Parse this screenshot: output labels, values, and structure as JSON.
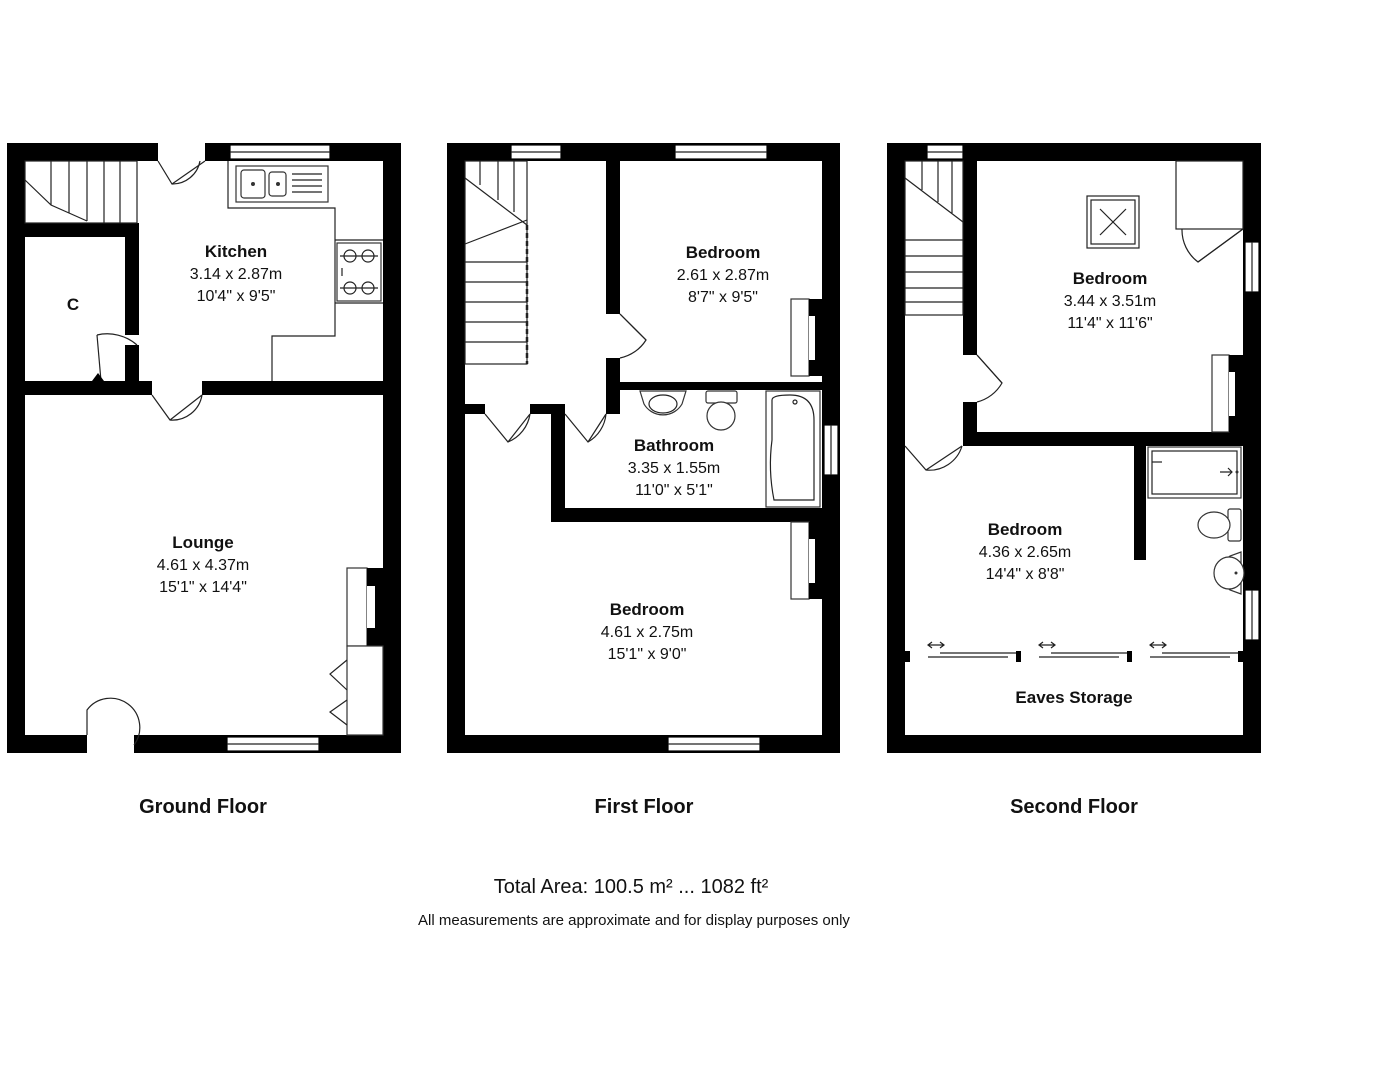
{
  "floors": {
    "ground": {
      "label": "Ground Floor",
      "rooms": {
        "kitchen": {
          "name": "Kitchen",
          "metric": "3.14 x 2.87m",
          "imperial": "10'4\" x 9'5\""
        },
        "cupboard": {
          "name": "C"
        },
        "lounge": {
          "name": "Lounge",
          "metric": "4.61 x 4.37m",
          "imperial": "15'1\" x 14'4\""
        }
      }
    },
    "first": {
      "label": "First Floor",
      "rooms": {
        "bedroom_rear": {
          "name": "Bedroom",
          "metric": "2.61 x 2.87m",
          "imperial": "8'7\" x 9'5\""
        },
        "bathroom": {
          "name": "Bathroom",
          "metric": "3.35 x 1.55m",
          "imperial": "11'0\" x 5'1\""
        },
        "bedroom_front": {
          "name": "Bedroom",
          "metric": "4.61 x 2.75m",
          "imperial": "15'1\" x 9'0\""
        }
      }
    },
    "second": {
      "label": "Second Floor",
      "rooms": {
        "bedroom_rear": {
          "name": "Bedroom",
          "metric": "3.44 x 3.51m",
          "imperial": "11'4\" x 11'6\""
        },
        "bedroom_front": {
          "name": "Bedroom",
          "metric": "4.36 x 2.65m",
          "imperial": "14'4\" x 8'8\""
        },
        "eaves": {
          "name": "Eaves Storage"
        }
      }
    }
  },
  "footer": {
    "total_area": "Total Area: 100.5 m² ... 1082 ft²",
    "disclaimer": "All measurements are approximate and for display purposes only"
  }
}
